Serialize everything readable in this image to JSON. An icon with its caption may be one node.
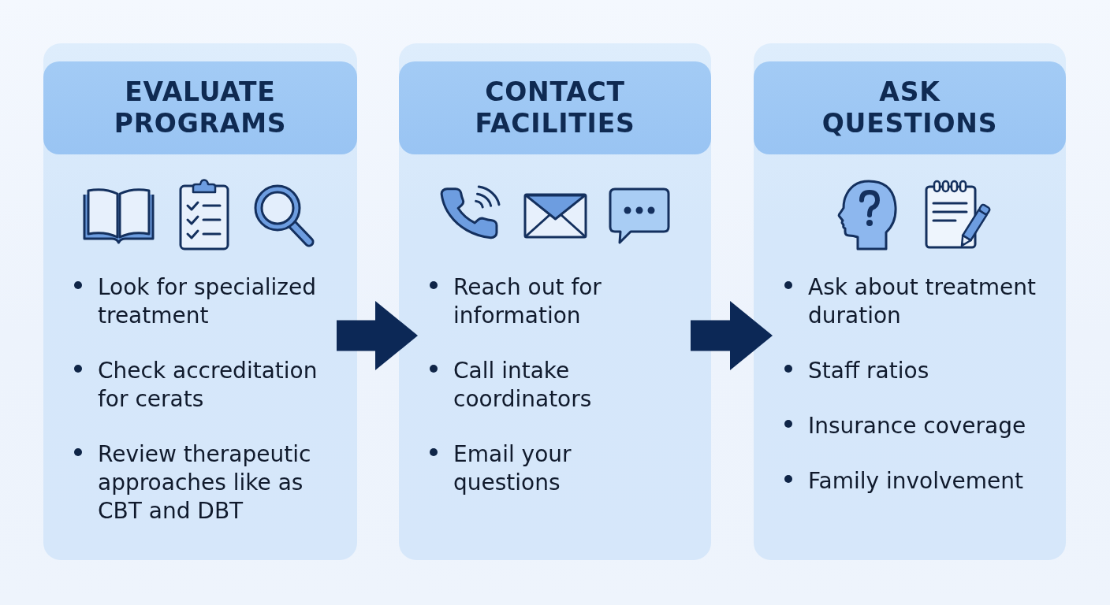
{
  "diagram": {
    "nodes": [
      {
        "text": [
          "EVALUATE PROGRAMS",
          "Look for specialized treatment",
          "Check accreditation for cerats",
          "Review therapeutic approaches like as CBT and DBT"
        ]
      },
      {
        "text": [
          "CONTACT FACILITIES",
          "Reach out for information",
          "Call intake coordinators",
          "Email your questions"
        ]
      },
      {
        "text": [
          "ASK QUESTIONS",
          "Ask about treatment duration",
          "Staff ratios",
          "Insurance coverage",
          "Family involvement"
        ]
      }
    ],
    "edges": [
      {
        "from": 0,
        "to": 1,
        "arrow": "to"
      },
      {
        "from": 1,
        "to": 2,
        "arrow": "to"
      }
    ]
  }
}
